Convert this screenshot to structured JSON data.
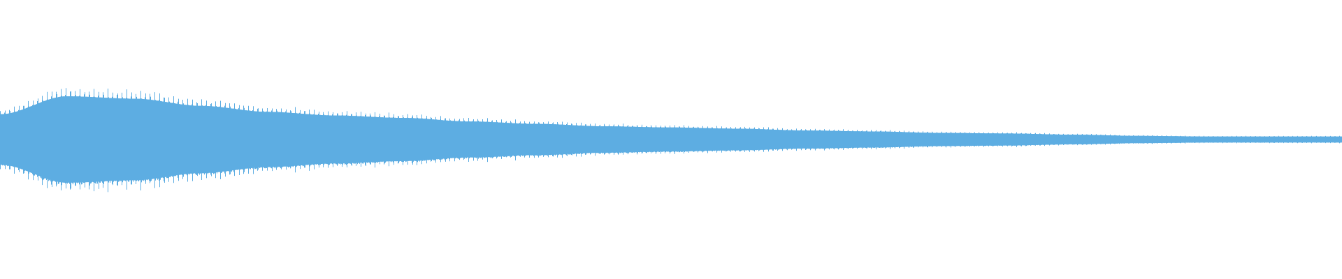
{
  "chart_data": {
    "type": "area",
    "kind": "audio-waveform",
    "title": "",
    "xlabel": "",
    "ylabel": "",
    "ylim": [
      -1,
      1
    ],
    "grid": false,
    "legend": "none",
    "color": "#5dade2",
    "background": "#ffffff",
    "envelope_amplitude": [
      0.21,
      0.36,
      0.34,
      0.28,
      0.23,
      0.2,
      0.18,
      0.15,
      0.13,
      0.11,
      0.1,
      0.09,
      0.075,
      0.067,
      0.055,
      0.05,
      0.04,
      0.03,
      0.025,
      0.025,
      0.025
    ],
    "spike_depth": 0.16
  }
}
